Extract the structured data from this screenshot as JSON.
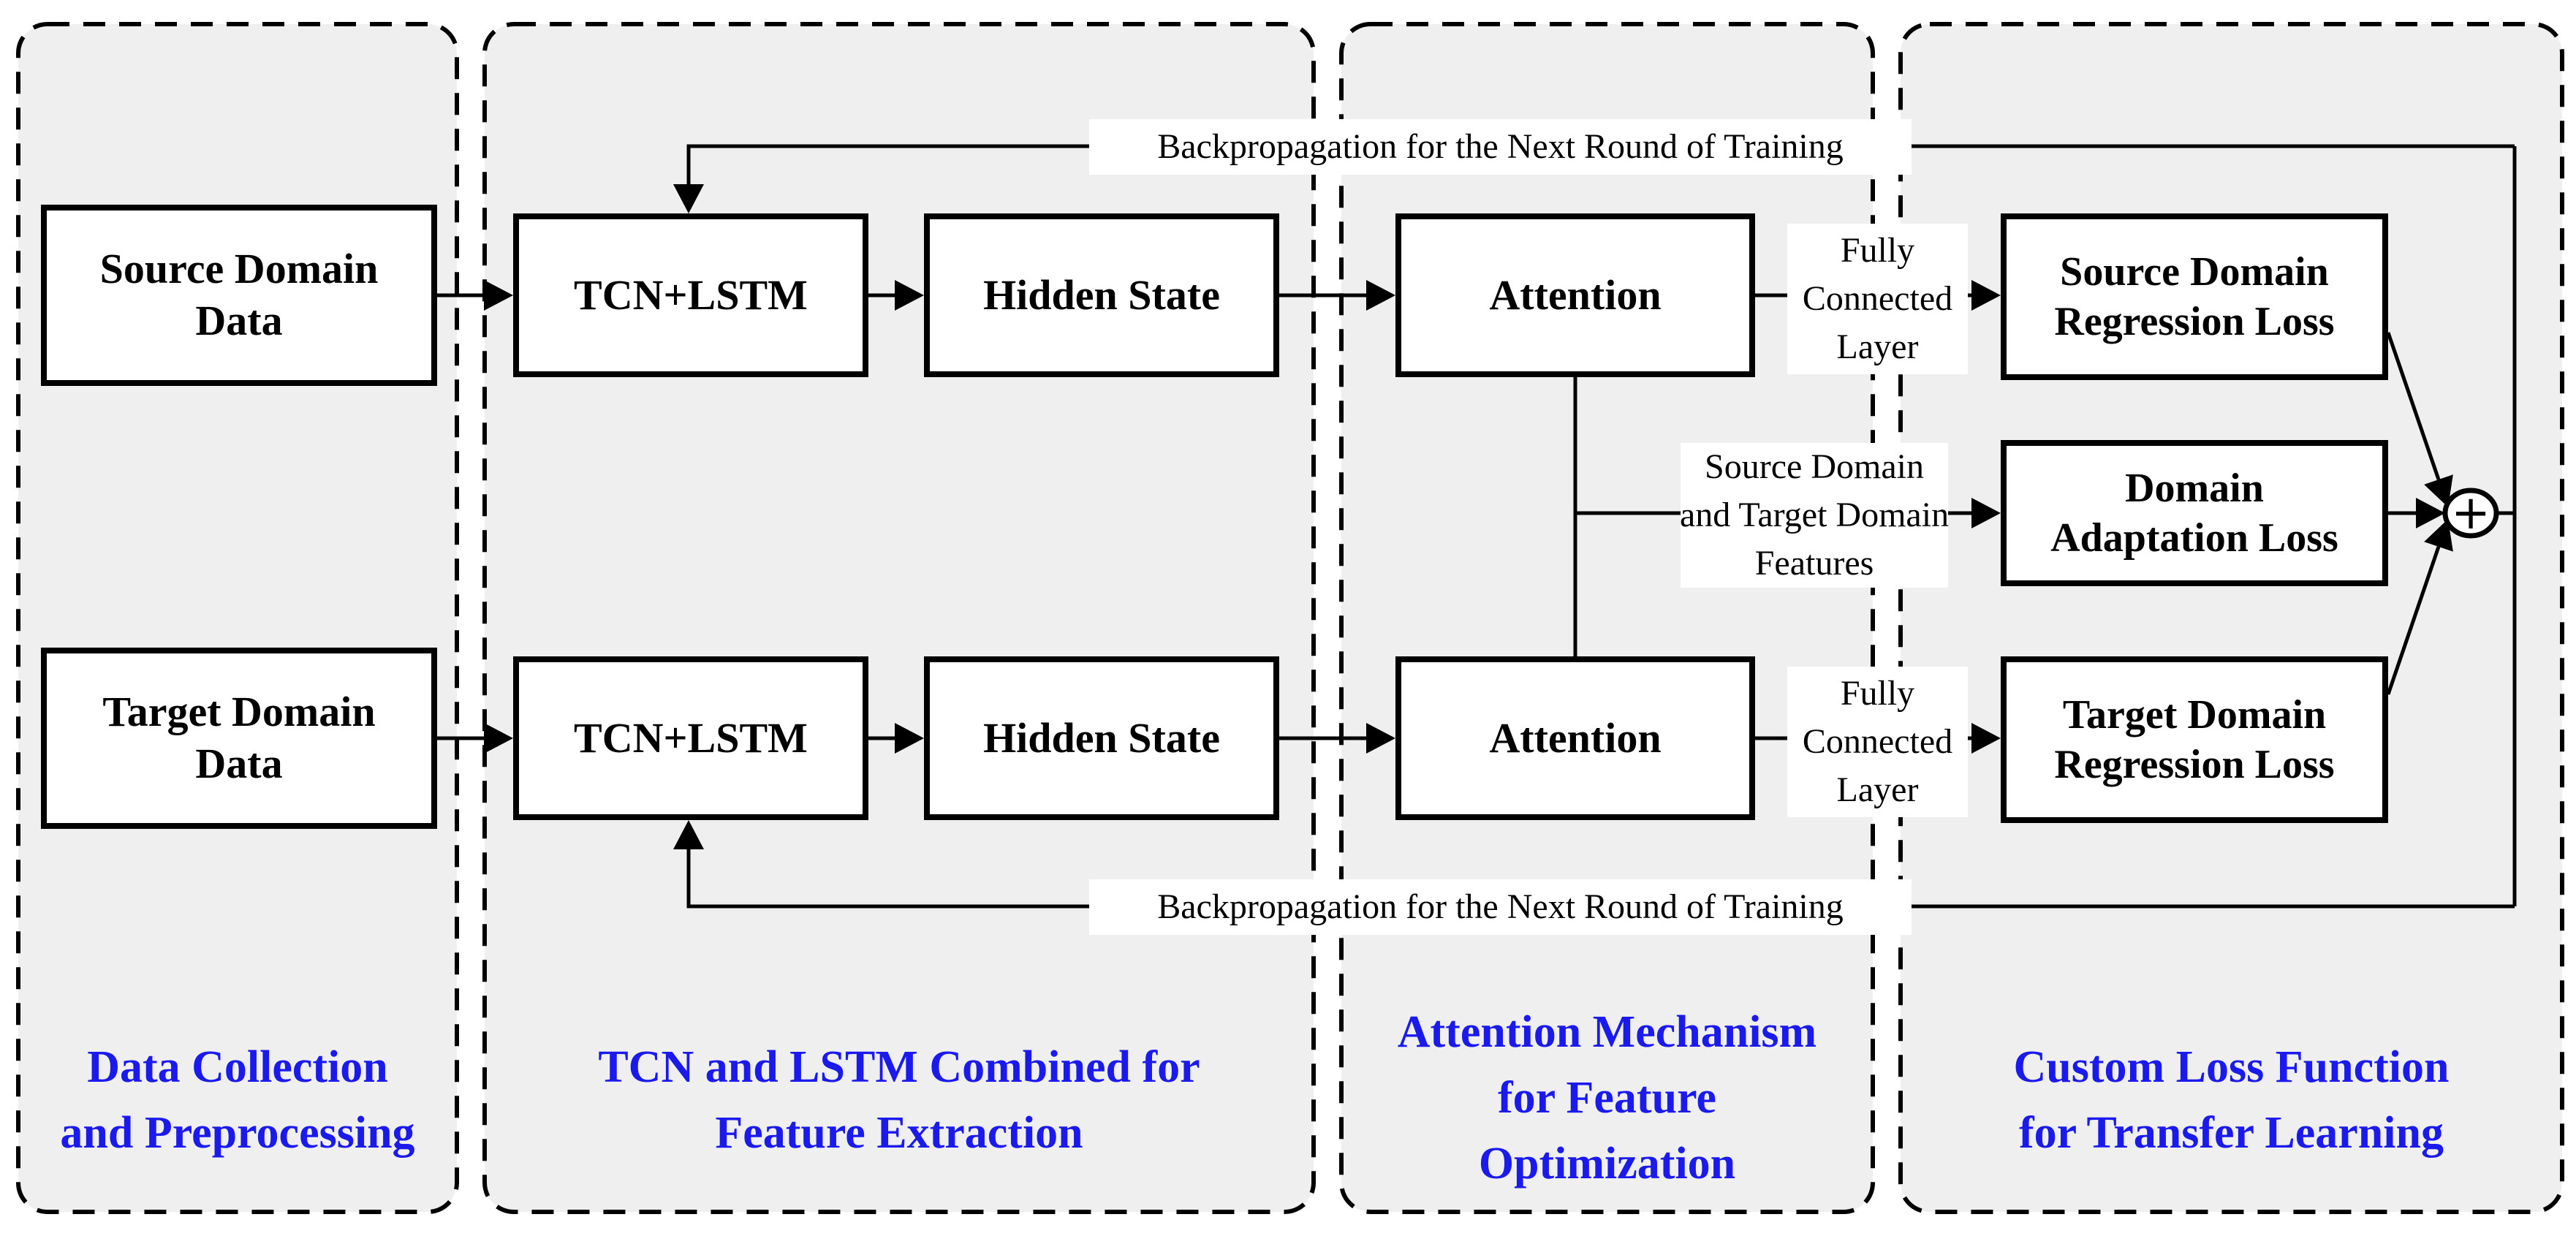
{
  "diagram": {
    "colors": {
      "caption_blue": "#1a1aef",
      "panel_fill": "#efefef",
      "stroke": "#000000",
      "box_fill": "#ffffff"
    },
    "panels": [
      {
        "caption_lines": [
          "Data Collection",
          "and Preprocessing"
        ]
      },
      {
        "caption_lines": [
          "TCN and LSTM Combined for",
          "Feature Extraction"
        ]
      },
      {
        "caption_lines": [
          "Attention Mechanism",
          "for Feature",
          "Optimization"
        ]
      },
      {
        "caption_lines": [
          "Custom Loss Function",
          "for Transfer Learning"
        ]
      }
    ],
    "boxes": {
      "source_domain_data": {
        "lines": [
          "Source Domain",
          "Data"
        ]
      },
      "target_domain_data": {
        "lines": [
          "Target Domain",
          "Data"
        ]
      },
      "tcn_lstm_top": {
        "lines": [
          "TCN+LSTM"
        ]
      },
      "tcn_lstm_bottom": {
        "lines": [
          "TCN+LSTM"
        ]
      },
      "hidden_state_top": {
        "lines": [
          "Hidden State"
        ]
      },
      "hidden_state_bottom": {
        "lines": [
          "Hidden State"
        ]
      },
      "attention_top": {
        "lines": [
          "Attention"
        ]
      },
      "attention_bottom": {
        "lines": [
          "Attention"
        ]
      },
      "source_regression_loss": {
        "lines": [
          "Source Domain",
          "Regression Loss"
        ]
      },
      "domain_adaptation_loss": {
        "lines": [
          "Domain",
          "Adaptation Loss"
        ]
      },
      "target_regression_loss": {
        "lines": [
          "Target Domain",
          "Regression Loss"
        ]
      }
    },
    "labels": {
      "backprop_top": "Backpropagation for the Next Round of Training",
      "backprop_bottom": "Backpropagation for the Next Round of Training",
      "fully_connected_top": [
        "Fully",
        "Connected",
        "Layer"
      ],
      "fully_connected_bottom": [
        "Fully",
        "Connected",
        "Layer"
      ],
      "domain_features": [
        "Source Domain",
        "and Target Domain",
        "Features"
      ],
      "sum_symbol": "+"
    }
  }
}
